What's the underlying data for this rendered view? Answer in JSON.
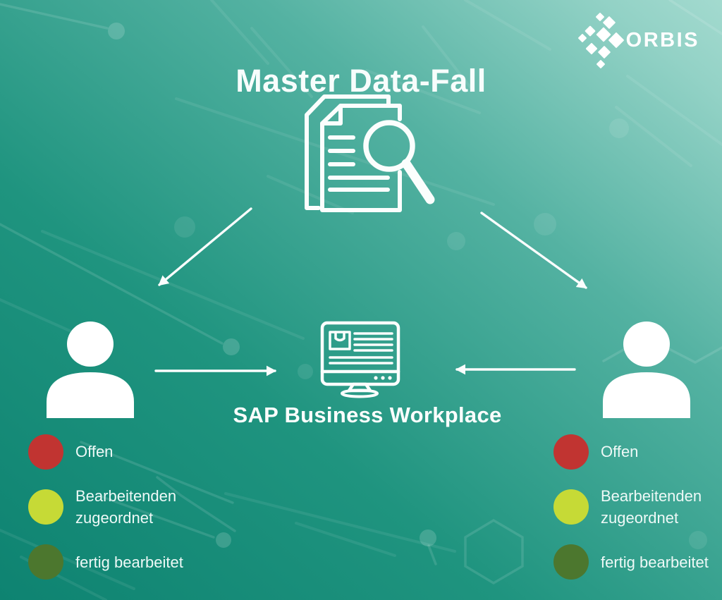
{
  "title": "Master Data-Fall",
  "brand": {
    "name": "ORBIS",
    "mark_icon": "diamond-cluster-icon",
    "color": "#ffffff"
  },
  "nodes": {
    "source": {
      "icon": "document-search-icon"
    },
    "center": {
      "icon": "monitor-icon",
      "label": "SAP Business Workplace"
    },
    "left_user": {
      "icon": "person-icon"
    },
    "right_user": {
      "icon": "person-icon"
    }
  },
  "arrows": {
    "color": "#fbfdfd",
    "items": [
      "document-to-left-user",
      "document-to-right-user",
      "left-user-to-workplace",
      "right-user-to-workplace"
    ]
  },
  "legend": {
    "items": [
      {
        "label": "Offen",
        "color": "#c13431"
      },
      {
        "label": "Bearbeitenden zugeordnet",
        "color": "#c6da36"
      },
      {
        "label": "fertig bearbeitet",
        "color": "#4c772e"
      }
    ]
  },
  "colors": {
    "background_start": "#0e8371",
    "background_end": "#a3dacf",
    "icon_stroke": "#fbfefd",
    "text": "#eef9f7"
  }
}
